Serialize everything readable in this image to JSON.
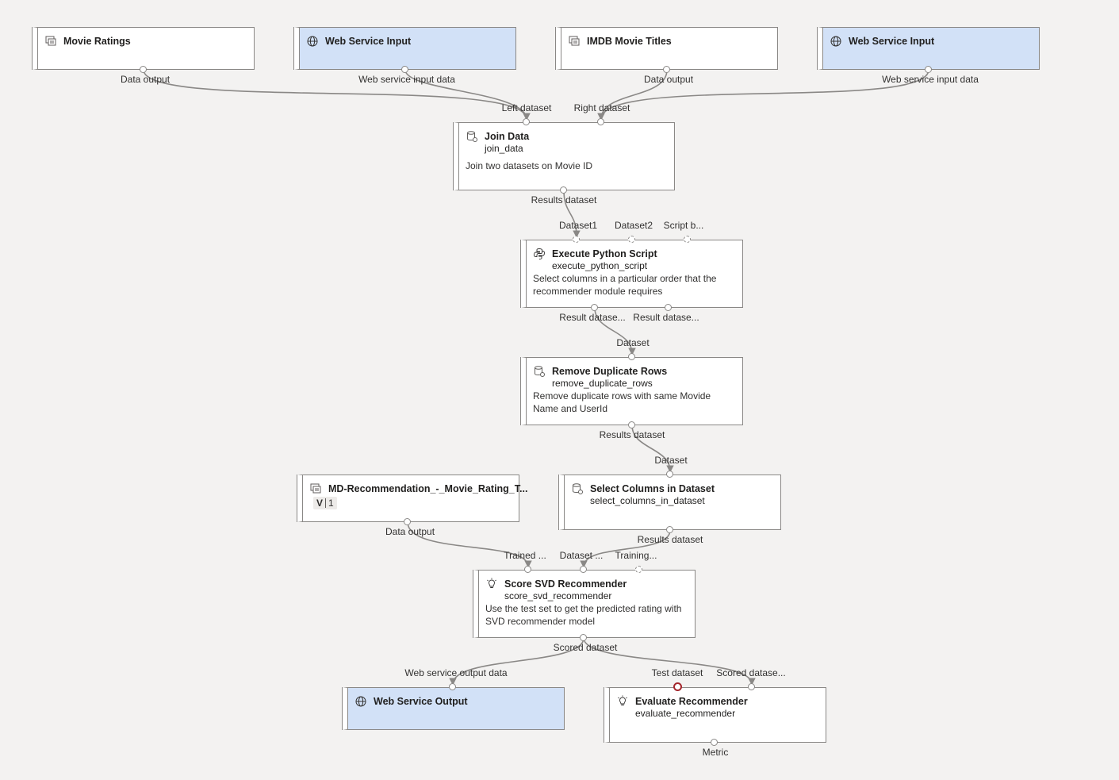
{
  "nodes": {
    "movie_ratings": {
      "title": "Movie Ratings",
      "out_label": "Data output"
    },
    "ws_input_1": {
      "title": "Web Service Input",
      "out_label": "Web service input data"
    },
    "imdb_titles": {
      "title": "IMDB Movie Titles",
      "out_label": "Data output"
    },
    "ws_input_2": {
      "title": "Web Service Input",
      "out_label": "Web service input data"
    },
    "join_data": {
      "title": "Join Data",
      "subtitle": "join_data",
      "description": "Join two datasets on Movie ID",
      "in_left": "Left dataset",
      "in_right": "Right dataset",
      "out_label": "Results dataset"
    },
    "python_script": {
      "title": "Execute Python Script",
      "subtitle": "execute_python_script",
      "description": "Select columns in a particular order that the recommender module requires",
      "in_1": "Dataset1",
      "in_2": "Dataset2",
      "in_3": "Script b...",
      "out_1": "Result datase...",
      "out_2": "Result datase..."
    },
    "remove_dupes": {
      "title": "Remove Duplicate Rows",
      "subtitle": "remove_duplicate_rows",
      "description": "Remove duplicate rows with same Movide Name and UserId",
      "in_label": "Dataset",
      "out_label": "Results dataset"
    },
    "md_recommendation": {
      "title": "MD-Recommendation_-_Movie_Rating_T...",
      "version_prefix": "V",
      "version": "1",
      "out_label": "Data output"
    },
    "select_columns": {
      "title": "Select Columns in Dataset",
      "subtitle": "select_columns_in_dataset",
      "in_label": "Dataset",
      "out_label": "Results dataset"
    },
    "score_svd": {
      "title": "Score SVD Recommender",
      "subtitle": "score_svd_recommender",
      "description": "Use the test set to get the predicted rating with SVD recommender model",
      "in_1": "Trained ...",
      "in_2": "Dataset ...",
      "in_3": "Training...",
      "out_label": "Scored dataset"
    },
    "ws_output": {
      "title": "Web Service Output",
      "in_label": "Web service output data"
    },
    "evaluate": {
      "title": "Evaluate Recommender",
      "subtitle": "evaluate_recommender",
      "in_1": "Test dataset",
      "in_2": "Scored datase...",
      "out_label": "Metric"
    }
  },
  "colors": {
    "canvas": "#f3f2f1",
    "web_service_node": "#d2e1f7",
    "wire": "#8a8886",
    "error_port": "#a4262c"
  },
  "icons": {
    "dataset": "dataset-icon",
    "web_service": "globe-icon",
    "module": "database-gear-icon",
    "python": "python-icon",
    "recommender": "lightbulb-icon"
  }
}
